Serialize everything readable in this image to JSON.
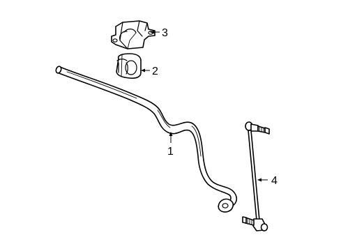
{
  "diagram": {
    "callouts": [
      {
        "id": "1",
        "label": "1",
        "part": "stabilizer-bar"
      },
      {
        "id": "2",
        "label": "2",
        "part": "bushing"
      },
      {
        "id": "3",
        "label": "3",
        "part": "bracket"
      },
      {
        "id": "4",
        "label": "4",
        "part": "stabilizer-link"
      }
    ]
  }
}
